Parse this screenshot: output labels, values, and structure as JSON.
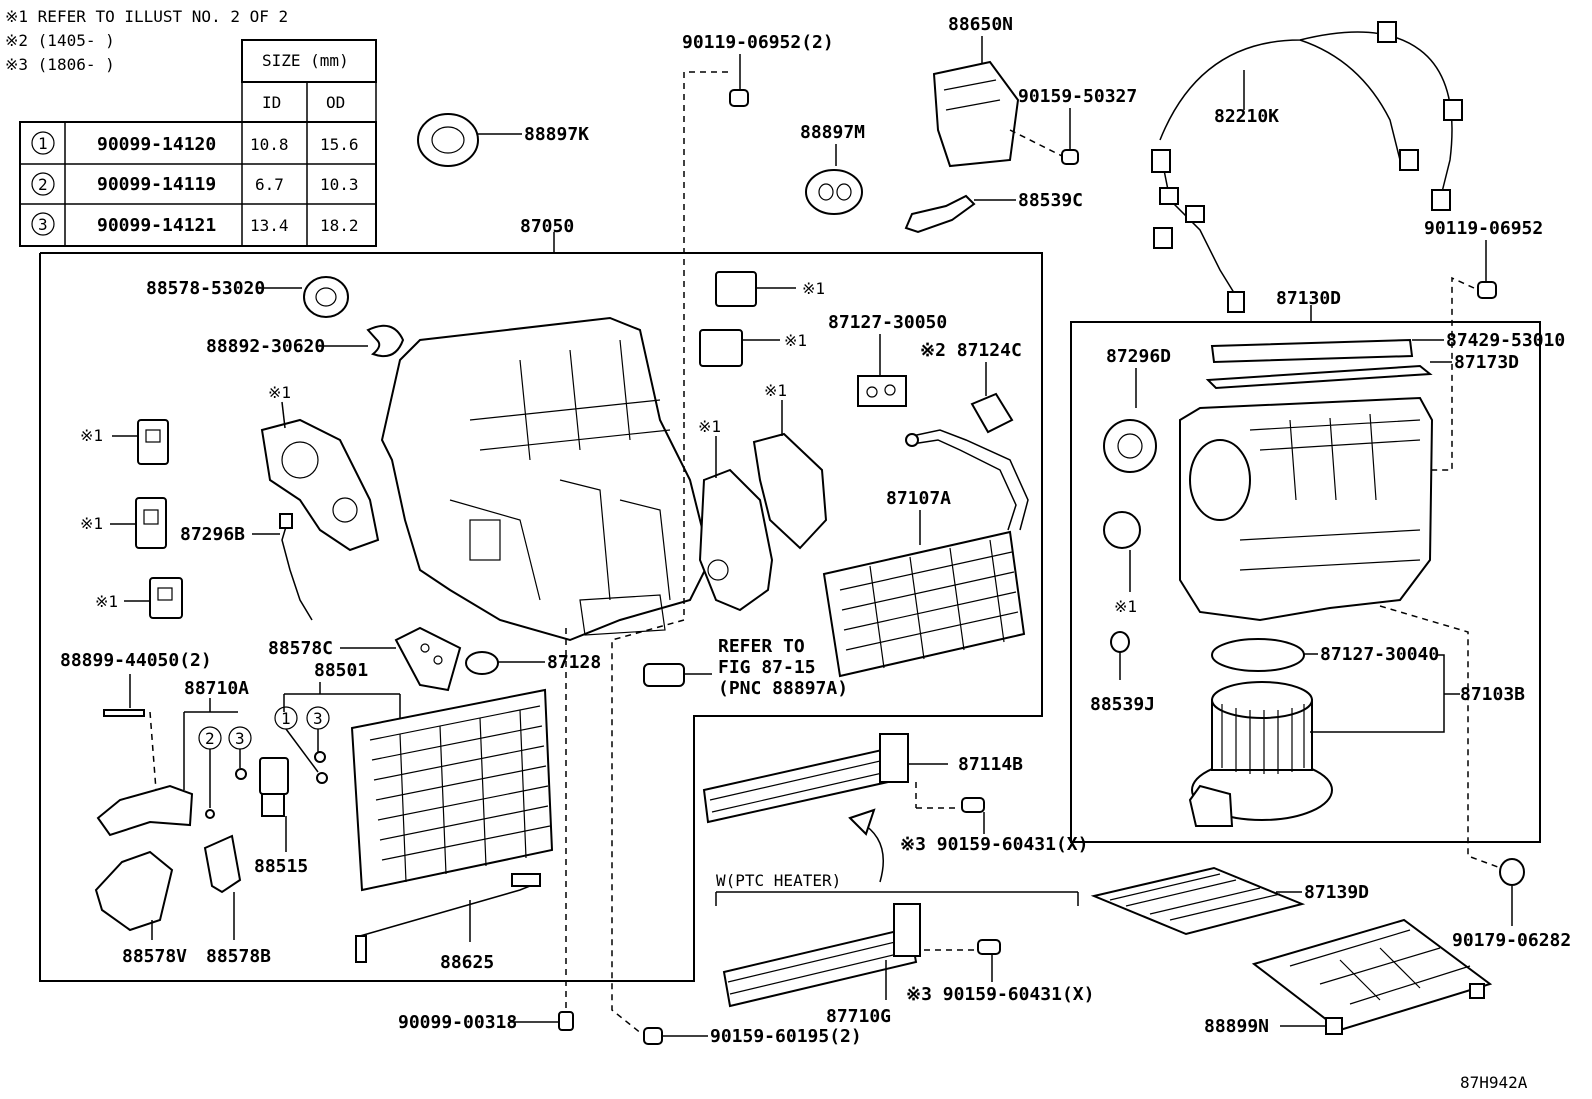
{
  "notes": {
    "n1": "※1 REFER TO ILLUST NO. 2 OF 2",
    "n2": "※2 (1405-      )",
    "n3": "※3 (1806-      )"
  },
  "size_table": {
    "header": "SIZE (mm)",
    "col_id": "ID",
    "col_od": "OD",
    "rows": [
      {
        "num": "1",
        "part": "90099-14120",
        "id": "10.8",
        "od": "15.6"
      },
      {
        "num": "2",
        "part": "90099-14119",
        "id": "6.7",
        "od": "10.3"
      },
      {
        "num": "3",
        "part": "90099-14121",
        "id": "13.4",
        "od": "18.2"
      }
    ]
  },
  "labels": {
    "p87050": "87050",
    "p88578_53020": "88578-53020",
    "p88892_30620": "88892-30620",
    "x1_a": "※1",
    "x1_b": "※1",
    "x1_c": "※1",
    "x1_d": "※1",
    "x1_e": "※1",
    "x1_f": "※1",
    "x1_g": "※1",
    "x1_h": "※1",
    "x1_i": "※1",
    "p87296B": "87296B",
    "p88578C": "88578C",
    "p88501": "88501",
    "c1": "1",
    "c3": "3",
    "c2": "2",
    "c3b": "3",
    "p87128": "87128",
    "p88899_44050": "88899-44050(2)",
    "p88710A": "88710A",
    "p88515": "88515",
    "p88578V": "88578V",
    "p88578B": "88578B",
    "p88625": "88625",
    "p90099_00318": "90099-00318",
    "p90159_60195": "90159-60195(2)",
    "refer_1": "REFER TO",
    "refer_2": "FIG 87-15",
    "refer_3": "(PNC 88897A)",
    "p88897K": "88897K",
    "p90119_06952_2": "90119-06952(2)",
    "p88897M": "88897M",
    "p88650N": "88650N",
    "p90159_50327": "90159-50327",
    "p88539C": "88539C",
    "p87127_30050": "87127-30050",
    "p87124C": "※2 87124C",
    "p87107A": "87107A",
    "p87114B": "87114B",
    "p90159_60431_a": "※3 90159-60431(X)",
    "ptc": "W(PTC HEATER)",
    "p87710G": "87710G",
    "p90159_60431_b": "※3 90159-60431(X)",
    "p82210K": "82210K",
    "p90119_06952": "90119-06952",
    "p87130D": "87130D",
    "p87429_53010": "87429-53010",
    "p87173D": "87173D",
    "p87296D": "87296D",
    "p88539J": "88539J",
    "p87127_30040": "87127-30040",
    "p87103B": "87103B",
    "p87139D": "87139D",
    "p90179_06282": "90179-06282",
    "p88899N": "88899N",
    "code": "87H942A"
  }
}
